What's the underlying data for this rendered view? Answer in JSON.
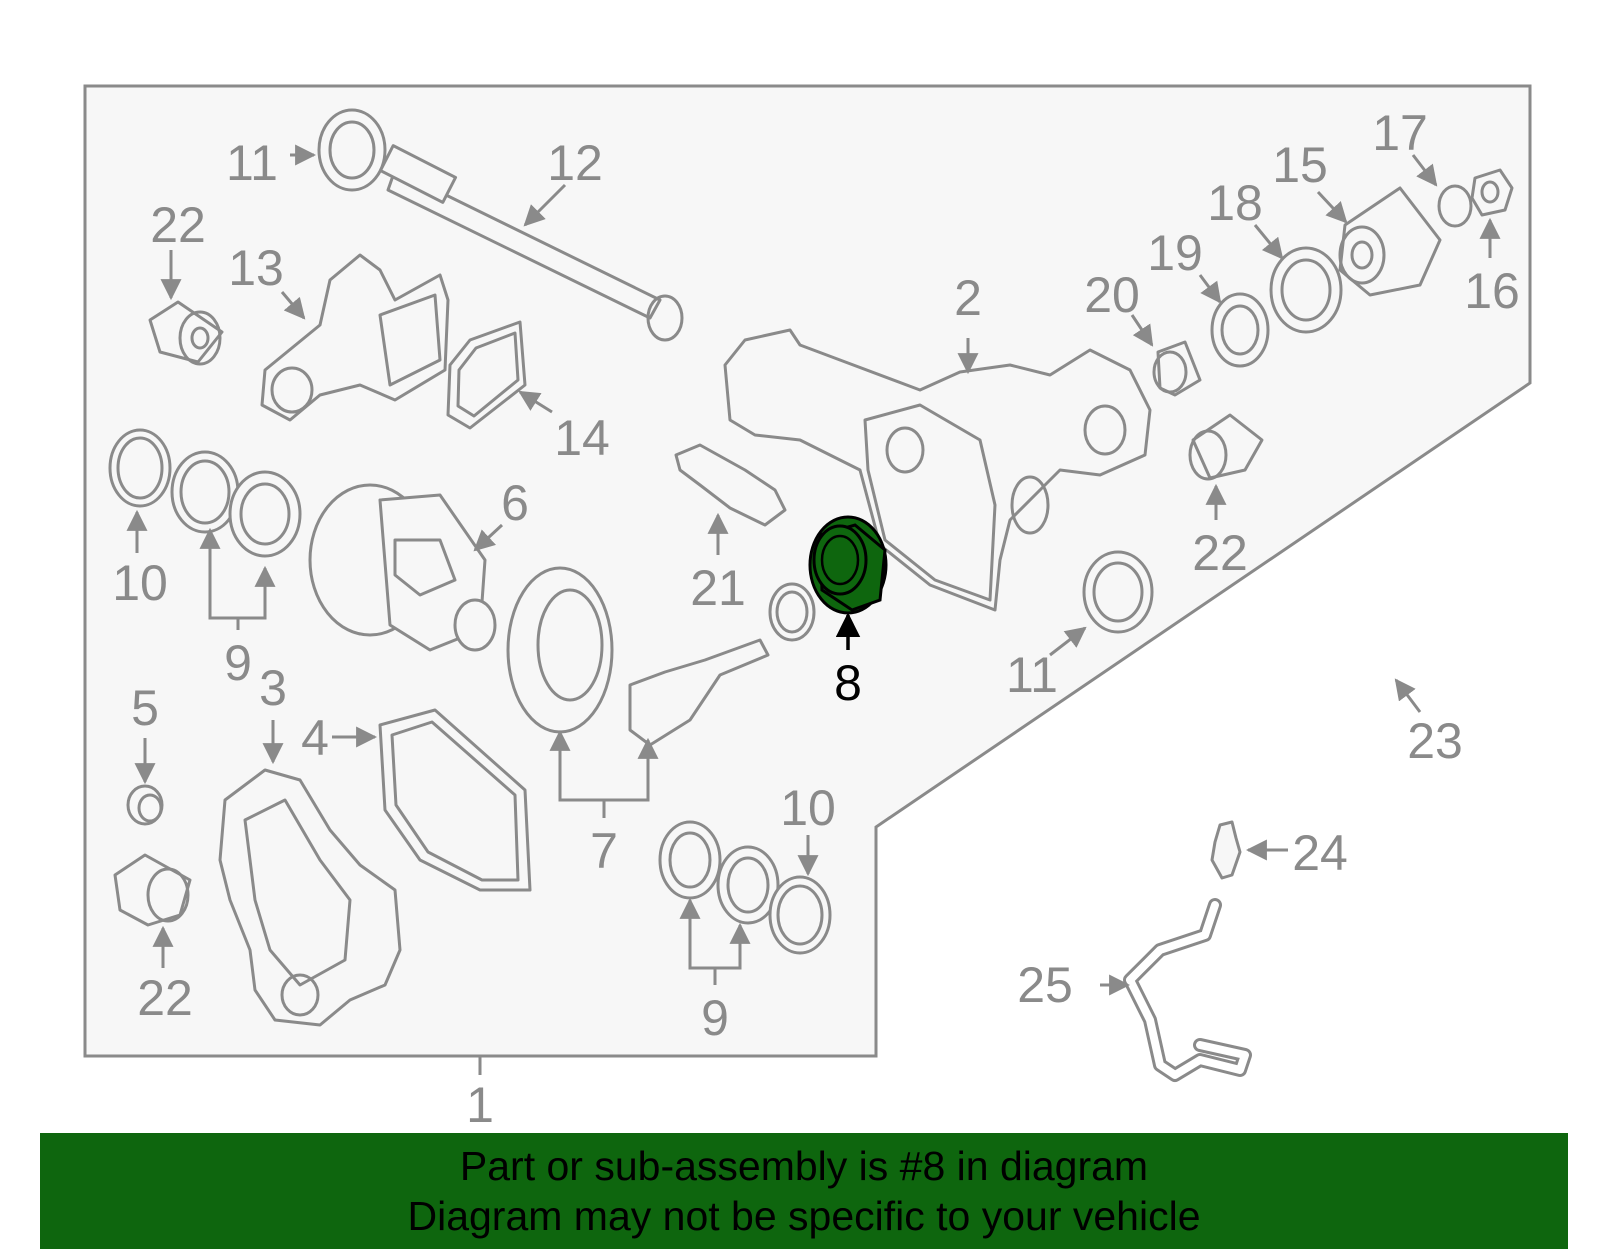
{
  "diagram": {
    "highlight_color": "#0e660e",
    "line_color": "#8a8a8a",
    "panel_fill": "#f7f7f7",
    "callouts": {
      "c1": "1",
      "c2": "2",
      "c3": "3",
      "c4": "4",
      "c5": "5",
      "c6": "6",
      "c7": "7",
      "c8": "8",
      "c9a": "9",
      "c9b": "9",
      "c10a": "10",
      "c10b": "10",
      "c11a": "11",
      "c11b": "11",
      "c12": "12",
      "c13": "13",
      "c14": "14",
      "c15": "15",
      "c16": "16",
      "c17": "17",
      "c18": "18",
      "c19": "19",
      "c20": "20",
      "c21": "21",
      "c22a": "22",
      "c22b": "22",
      "c22c": "22",
      "c23": "23",
      "c24": "24",
      "c25": "25"
    }
  },
  "banner": {
    "line1": "Part or sub-assembly is #8 in diagram",
    "line2": "Diagram may not be specific to your vehicle",
    "background": "#0e660e"
  }
}
